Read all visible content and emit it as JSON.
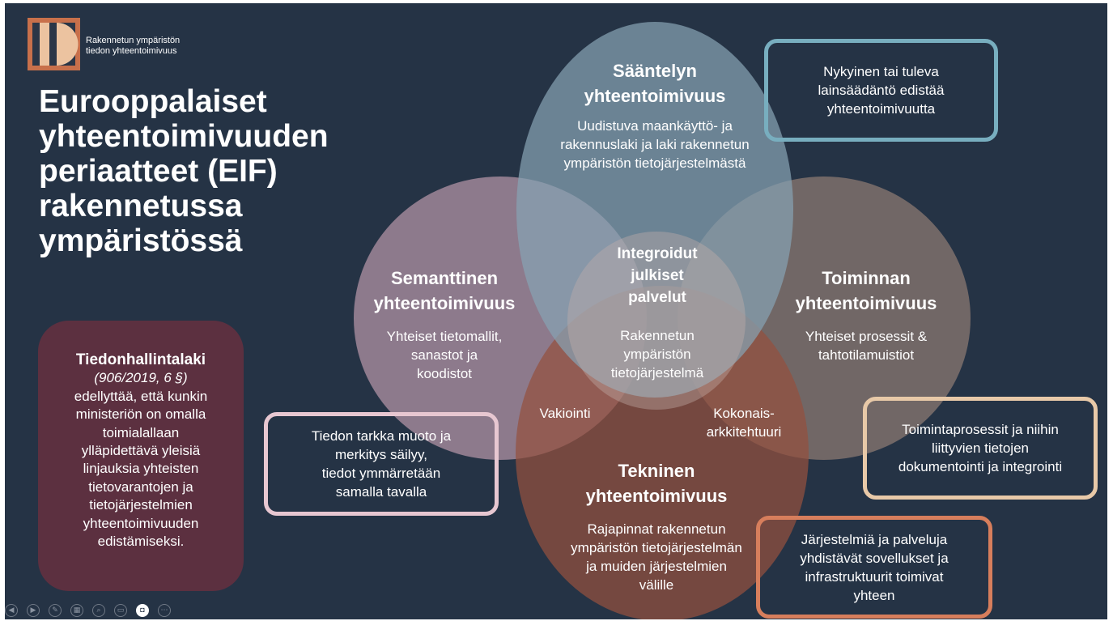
{
  "logo": {
    "line1": "Rakennetun ympäristön",
    "line2": "tiedon yhteentoimivuus",
    "colors": {
      "frame": "#c8704b",
      "light": "#ecc3a0",
      "dark": "#2b3647"
    }
  },
  "title": {
    "line1": "Eurooppalaiset",
    "line2": "yhteentoimivuuden",
    "line3": "periaatteet (EIF)",
    "line4": "rakennetussa",
    "line5": "ympäristössä"
  },
  "law_box": {
    "title": "Tiedonhallintalaki",
    "ref": "(906/2019, 6 §)",
    "lines": [
      "edellyttää, että kunkin",
      "ministeriön on omalla",
      "toimialallaan",
      "ylläpidettävä yleisiä",
      "linjauksia yhteisten",
      "tietovarantojen ja",
      "tietojärjestelmien",
      "yhteentoimivuuden",
      "edistämiseksi."
    ]
  },
  "venn": {
    "top": {
      "title": [
        "Sääntelyn",
        "yhteentoimivuus"
      ],
      "body": [
        "Uudistuva maankäyttö- ja",
        "rakennuslaki ja laki rakennetun",
        "ympäristön tietojärjestelmästä"
      ],
      "color": "#87a2b3"
    },
    "left": {
      "title": [
        "Semanttinen",
        "yhteentoimivuus"
      ],
      "body": [
        "Yhteiset tietomallit,",
        "sanastot ja",
        "koodistot"
      ],
      "color": "#b596a8"
    },
    "right": {
      "title": [
        "Toiminnan",
        "yhteentoimivuus"
      ],
      "body": [
        "Yhteiset prosessit &",
        "tahtotilamuistiot"
      ],
      "color": "#8f7b73"
    },
    "bottom": {
      "title": [
        "Tekninen",
        "yhteentoimivuus"
      ],
      "body": [
        "Rajapinnat rakennetun",
        "ympäristön tietojärjestelmän",
        "ja muiden järjestelmien",
        "välille"
      ],
      "color": "#94503f"
    },
    "center": {
      "title": [
        "Integroidut",
        "julkiset",
        "palvelut"
      ],
      "body": [
        "Rakennetun",
        "ympäristön",
        "tietojärjestelmä"
      ],
      "color": "#c2b0aa"
    },
    "overlap_left": "Vakiointi",
    "overlap_right": [
      "Kokonais-",
      "arkkitehtuuri"
    ]
  },
  "callouts": {
    "regulation": {
      "lines": [
        "Nykyinen tai tuleva",
        "lainsäädäntö edistää",
        "yhteentoimivuutta"
      ],
      "color": "#78aebf"
    },
    "semantic": {
      "lines": [
        "Tiedon tarkka muoto ja",
        "merkitys säilyy,",
        "tiedot ymmärretään",
        "samalla tavalla"
      ],
      "color": "#e7c7d1"
    },
    "organisational": {
      "lines": [
        "Toimintaprosessit ja niihin",
        "liittyvien tietojen",
        "dokumentointi ja integrointi"
      ],
      "color": "#e8c9a8"
    },
    "technical": {
      "lines": [
        "Järjestelmiä ja palveluja",
        "yhdistävät sovellukset ja",
        "infrastruktuurit toimivat",
        "yhteen"
      ],
      "color": "#d77e5c"
    }
  },
  "toolbar": {
    "buttons": [
      {
        "name": "previous-slide-button",
        "icon": "◀"
      },
      {
        "name": "next-slide-button",
        "icon": "▶"
      },
      {
        "name": "pen-button",
        "icon": "✎"
      },
      {
        "name": "all-slides-button",
        "icon": "▦"
      },
      {
        "name": "zoom-button",
        "icon": "⌕"
      },
      {
        "name": "subtitles-button",
        "icon": "▭"
      },
      {
        "name": "camera-button",
        "icon": "◘",
        "active": true
      },
      {
        "name": "more-options-button",
        "icon": "⋯"
      }
    ]
  }
}
